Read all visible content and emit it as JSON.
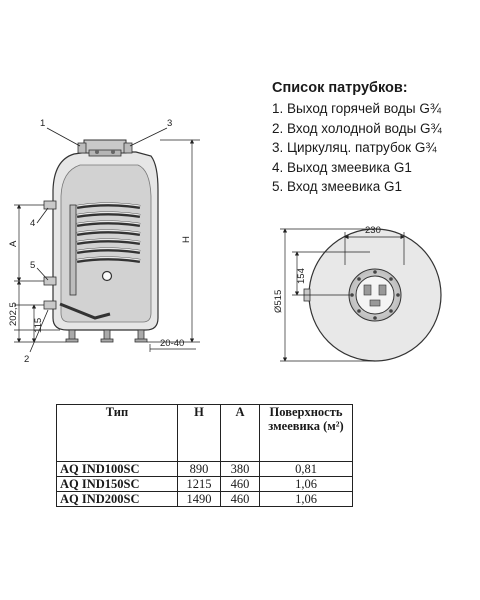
{
  "legend": {
    "title": "Список патрубков:",
    "items": [
      "1. Выход горячей воды G¾",
      "2. Вход холодной воды G¾",
      "3. Циркуляц. патрубок G¾",
      "4. Выход змеевика G1",
      "5. Вход змеевика G1"
    ]
  },
  "side_view": {
    "callouts": [
      "1",
      "3",
      "4",
      "5",
      "2"
    ],
    "dims": {
      "a": "A",
      "h": "H",
      "d202": "202,5",
      "d115": "115",
      "d2040": "20-40"
    }
  },
  "top_view": {
    "dims": {
      "width": "230",
      "offset": "154",
      "diameter": "Ø515"
    }
  },
  "table": {
    "headers": [
      "Тип",
      "H",
      "A",
      "Поверхность змеевика (м²)"
    ],
    "rows": [
      [
        "AQ IND100SC",
        "890",
        "380",
        "0,81"
      ],
      [
        "AQ IND150SC",
        "1215",
        "460",
        "1,06"
      ],
      [
        "AQ IND200SC",
        "1490",
        "460",
        "1,06"
      ]
    ]
  }
}
